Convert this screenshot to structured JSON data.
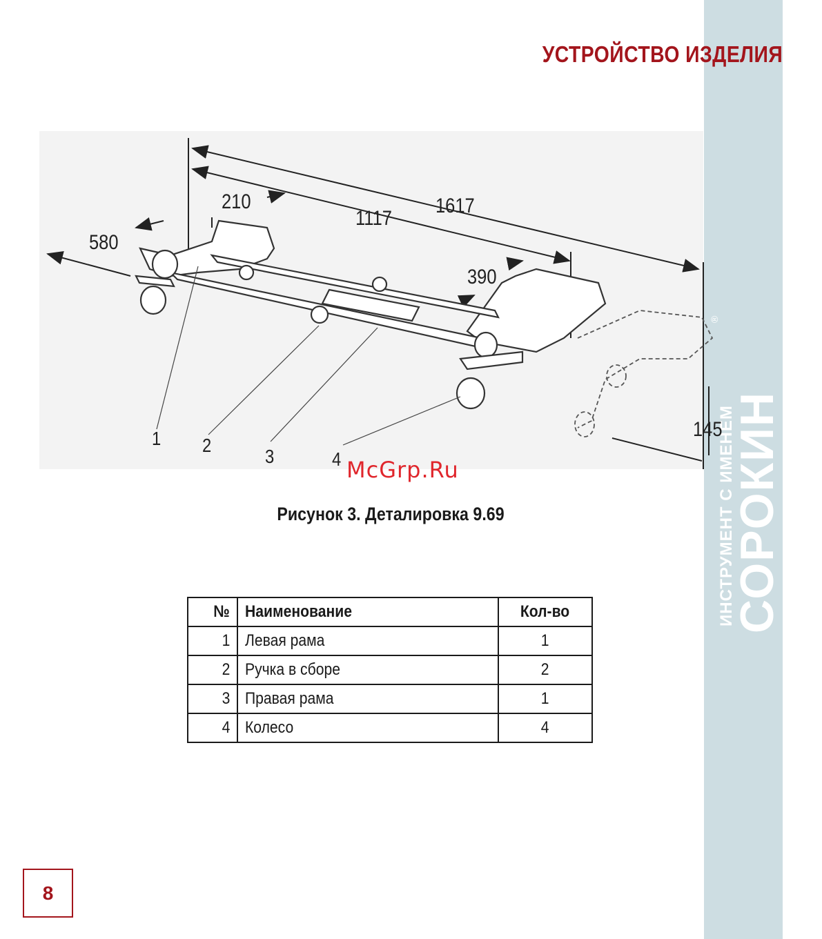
{
  "header": {
    "section_title": "УСТРОЙСТВО ИЗДЕЛИЯ"
  },
  "brand": {
    "name": "СОРОКИН",
    "tagline": "ИНСТРУМЕНТ С ИМЕНЕМ",
    "registered": "®",
    "band_color": "#cddde2"
  },
  "figure": {
    "dimensions": {
      "d1617": "1617",
      "d1117": "1117",
      "d580": "580",
      "d210": "210",
      "d390": "390",
      "d145": "145"
    },
    "callouts": [
      "1",
      "2",
      "3",
      "4"
    ],
    "watermark": "McGrp.Ru",
    "caption": "Рисунок 3. Деталировка 9.69"
  },
  "parts_table": {
    "headers": {
      "num": "№",
      "name": "Наименование",
      "qty": "Кол-во"
    },
    "rows": [
      {
        "num": "1",
        "name": "Левая рама",
        "qty": "1"
      },
      {
        "num": "2",
        "name": "Ручка в сборе",
        "qty": "2"
      },
      {
        "num": "3",
        "name": "Правая рама",
        "qty": "1"
      },
      {
        "num": "4",
        "name": "Колесо",
        "qty": "4"
      }
    ]
  },
  "footer": {
    "page_number": "8"
  },
  "colors": {
    "accent": "#a3151c",
    "watermark": "#e0262c"
  }
}
